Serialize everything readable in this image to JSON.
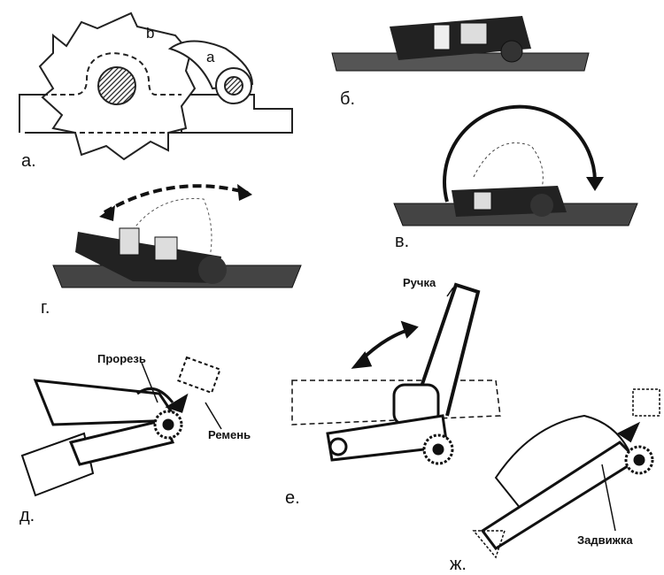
{
  "panels": {
    "a": {
      "label": "а.",
      "part_b": "b",
      "part_a": "a"
    },
    "b": {
      "label": "б."
    },
    "v": {
      "label": "в."
    },
    "g": {
      "label": "г."
    },
    "d": {
      "label": "д.",
      "slot": "Прорезь",
      "strap": "Ремень"
    },
    "e": {
      "label": "е.",
      "handle": "Ручка"
    },
    "zh": {
      "label": "ж.",
      "latch": "Задвижка"
    }
  }
}
